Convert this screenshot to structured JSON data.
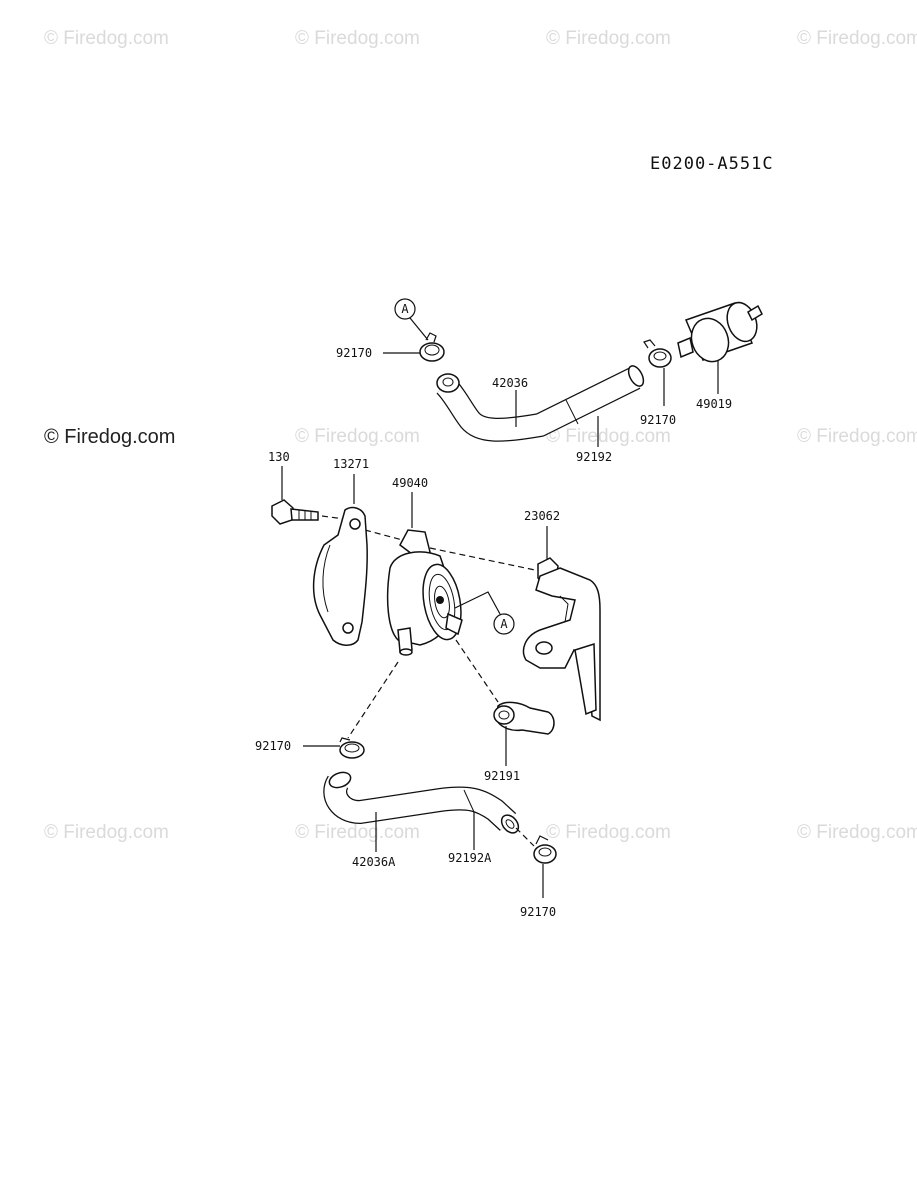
{
  "drawing_code": "E0200-A551C",
  "watermark": "© Firedog.com",
  "parts": {
    "p130": "130",
    "p13271": "13271",
    "p49040": "49040",
    "p23062": "23062",
    "p92170_a": "92170",
    "p92170_b": "92170",
    "p92170_c": "92170",
    "p92170_d": "92170",
    "p42036": "42036",
    "p92192": "92192",
    "p49019": "49019",
    "p92191": "92191",
    "p42036A": "42036A",
    "p92192A": "92192A"
  },
  "callouts": {
    "a_top": "A",
    "a_mid": "A"
  }
}
